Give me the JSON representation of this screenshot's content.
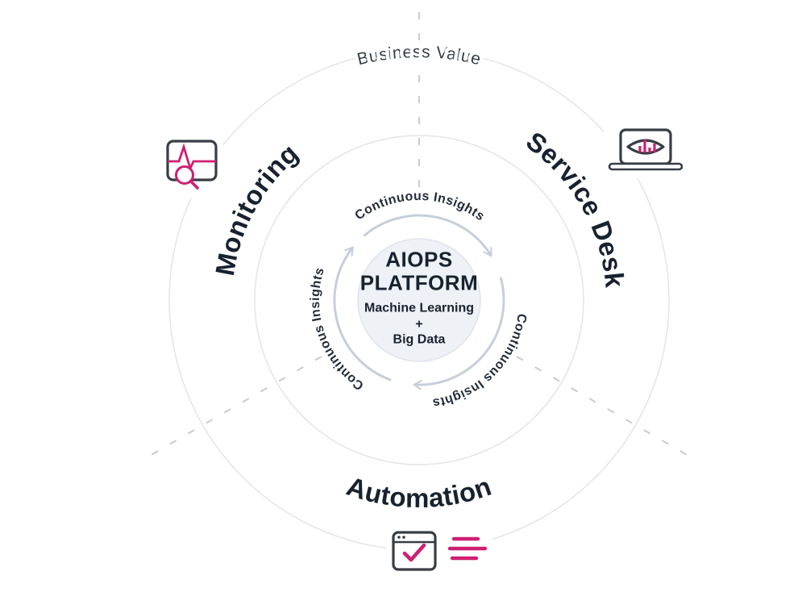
{
  "rings": {
    "outer_label_top": "Business Value",
    "monitoring_label": "Monitoring",
    "service_desk_label": "Service Desk",
    "automation_label": "Automation"
  },
  "cycle": {
    "label_top": "Continuous Insights",
    "label_right": "Continuous Insights",
    "label_left": "Continuous Insights"
  },
  "center": {
    "title_line_1": "AIOPS",
    "title_line_2": "PLATFORM",
    "subtitle_line_1": "Machine Learning",
    "subtitle_line_2": "+",
    "subtitle_line_3": "Big Data"
  },
  "icons": {
    "monitoring": "monitor-pulse-magnifier-icon",
    "service_desk": "laptop-eye-analytics-icon",
    "automation": "browser-checkmark-speedlines-icon"
  },
  "colors": {
    "accent_magenta": "#ce1f72",
    "icon_outline": "#383d46",
    "text_dark": "#18222f",
    "ring_line": "#e3e6ea",
    "arrow_blue_gray": "#c5cfdb",
    "center_fill": "#eef1f5",
    "dash_line": "#c9cbcf"
  }
}
